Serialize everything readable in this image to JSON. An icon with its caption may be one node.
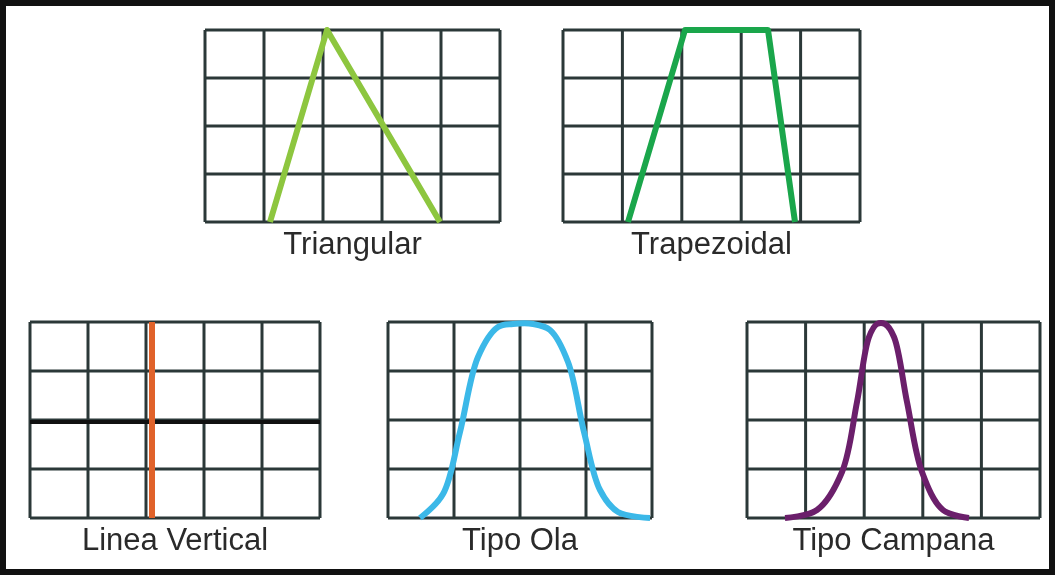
{
  "diagram": {
    "nodes": [
      {
        "text": [
          "Triangular"
        ]
      },
      {
        "text": [
          "Trapezoidal"
        ]
      },
      {
        "text": [
          "Linea Vertical"
        ]
      },
      {
        "text": [
          "Tipo Ola"
        ]
      },
      {
        "text": [
          "Tipo Campana"
        ]
      }
    ]
  }
}
